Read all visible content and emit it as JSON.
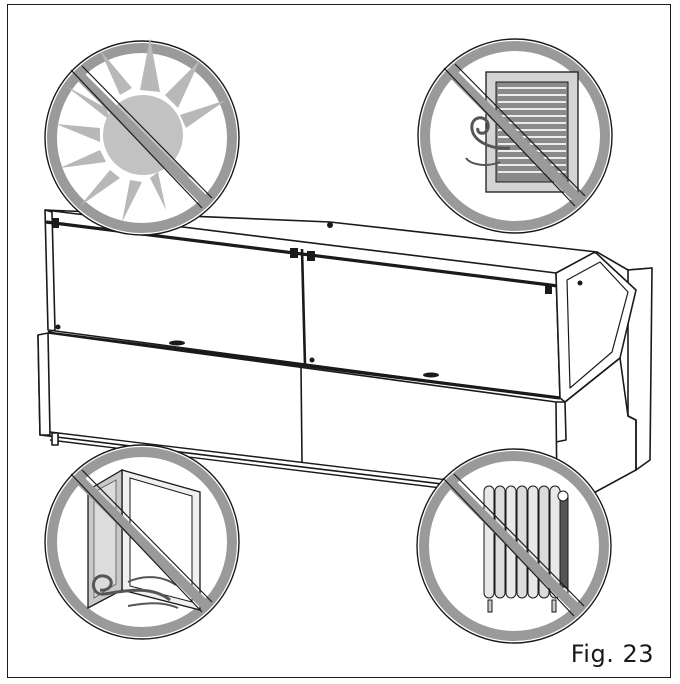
{
  "figure": {
    "label": "Fig. 23"
  },
  "prohibitions": [
    {
      "id": "sun",
      "icon": "sun-icon"
    },
    {
      "id": "vent",
      "icon": "air-vent-icon"
    },
    {
      "id": "door",
      "icon": "open-door-draught-icon"
    },
    {
      "id": "radiator",
      "icon": "radiator-icon"
    }
  ],
  "colors": {
    "line": "#1a1a1a",
    "prohibition_ring": "#999999",
    "icon_gray": "#b5b5b5",
    "icon_dark": "#6e6e6e"
  }
}
